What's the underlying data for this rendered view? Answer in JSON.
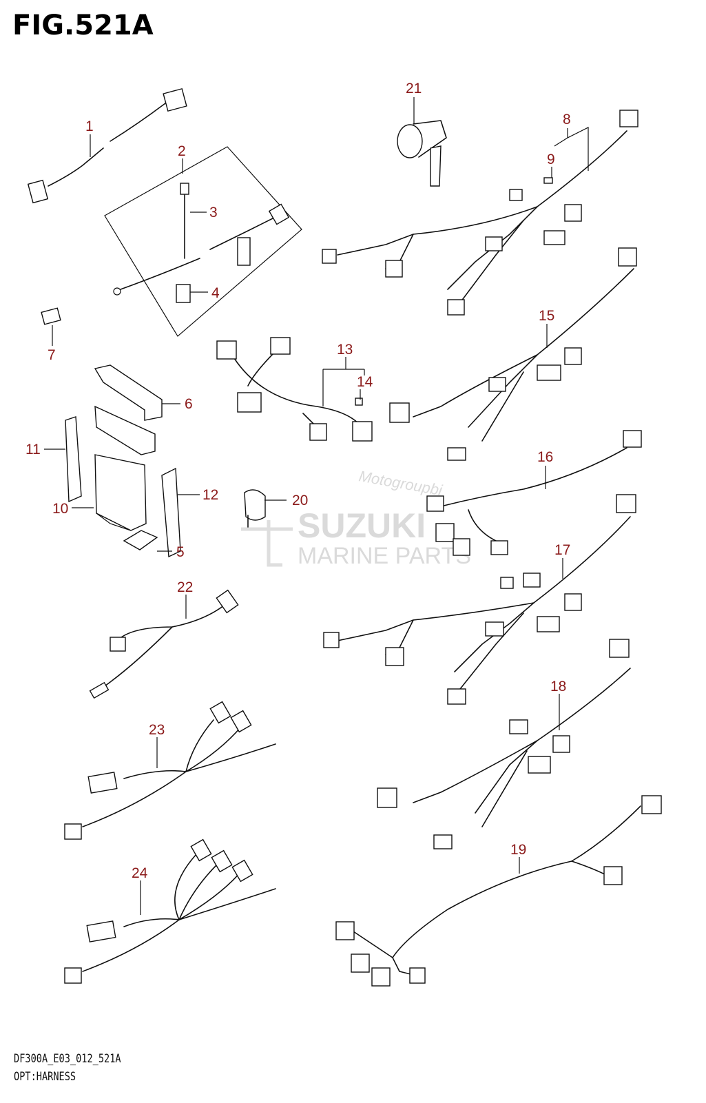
{
  "figure": {
    "title": "FIG.521A",
    "code": "DF300A_E03_012_521A",
    "caption": "OPT:HARNESS"
  },
  "watermark": {
    "script": "Motogroupbi",
    "brand": "SUZUKI",
    "sub": "MARINE PARTS"
  },
  "callouts": [
    {
      "id": "c1",
      "label": "1"
    },
    {
      "id": "c2",
      "label": "2"
    },
    {
      "id": "c3",
      "label": "3"
    },
    {
      "id": "c4",
      "label": "4"
    },
    {
      "id": "c5",
      "label": "5"
    },
    {
      "id": "c6",
      "label": "6"
    },
    {
      "id": "c7",
      "label": "7"
    },
    {
      "id": "c8",
      "label": "8"
    },
    {
      "id": "c9",
      "label": "9"
    },
    {
      "id": "c10",
      "label": "10"
    },
    {
      "id": "c11",
      "label": "11"
    },
    {
      "id": "c12",
      "label": "12"
    },
    {
      "id": "c13",
      "label": "13"
    },
    {
      "id": "c14",
      "label": "14"
    },
    {
      "id": "c15",
      "label": "15"
    },
    {
      "id": "c16",
      "label": "16"
    },
    {
      "id": "c17",
      "label": "17"
    },
    {
      "id": "c18",
      "label": "18"
    },
    {
      "id": "c19",
      "label": "19"
    },
    {
      "id": "c20",
      "label": "20"
    },
    {
      "id": "c21",
      "label": "21"
    },
    {
      "id": "c22",
      "label": "22"
    },
    {
      "id": "c23",
      "label": "23"
    },
    {
      "id": "c24",
      "label": "24"
    }
  ],
  "colors": {
    "callout": "#8b1a1a",
    "line": "#111111",
    "watermark": "#bcbcbc"
  }
}
